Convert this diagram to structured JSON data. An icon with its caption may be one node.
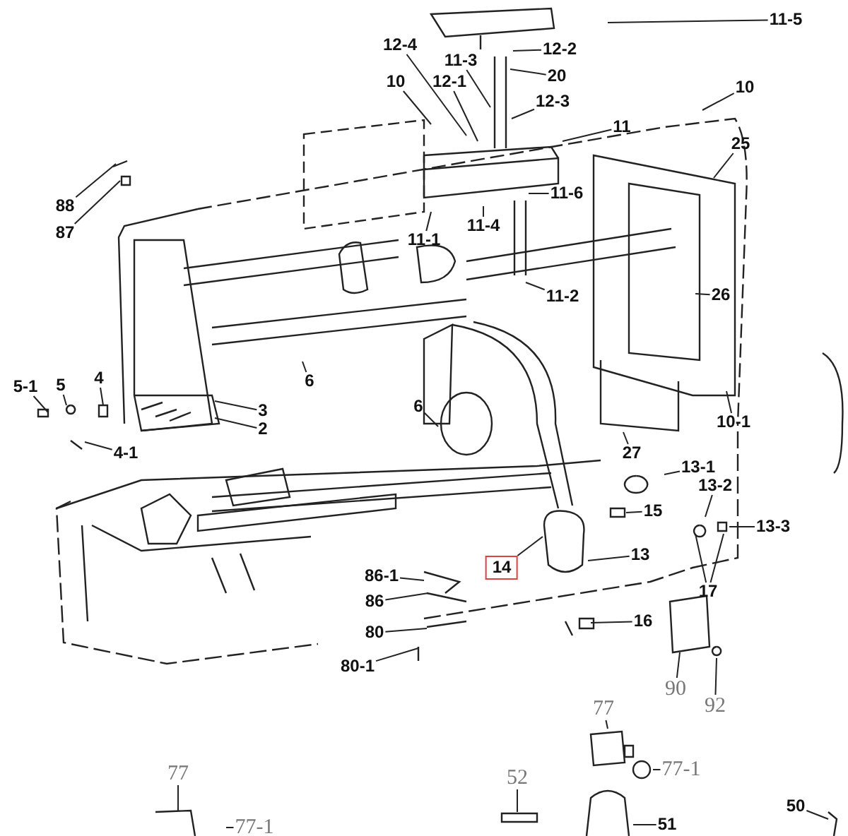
{
  "diagram": {
    "nodes": [
      {
        "text": [
          "11-5"
        ]
      },
      {
        "text": [
          "12-4"
        ]
      },
      {
        "text": [
          "12-2"
        ]
      },
      {
        "text": [
          "11-3"
        ]
      },
      {
        "text": [
          "20"
        ]
      },
      {
        "text": [
          "10"
        ]
      },
      {
        "text": [
          "12-1"
        ]
      },
      {
        "text": [
          "10"
        ]
      },
      {
        "text": [
          "12-3"
        ]
      },
      {
        "text": [
          "11"
        ]
      },
      {
        "text": [
          "25"
        ]
      },
      {
        "text": [
          "11-6"
        ]
      },
      {
        "text": [
          "88"
        ]
      },
      {
        "text": [
          "11-4"
        ]
      },
      {
        "text": [
          "87"
        ]
      },
      {
        "text": [
          "11-1"
        ]
      },
      {
        "text": [
          "26"
        ]
      },
      {
        "text": [
          "11-2"
        ]
      },
      {
        "text": [
          "6"
        ]
      },
      {
        "text": [
          "5-1"
        ]
      },
      {
        "text": [
          "5"
        ]
      },
      {
        "text": [
          "4"
        ]
      },
      {
        "text": [
          "6"
        ]
      },
      {
        "text": [
          "3"
        ]
      },
      {
        "text": [
          "10-1"
        ]
      },
      {
        "text": [
          "2"
        ]
      },
      {
        "text": [
          "27"
        ]
      },
      {
        "text": [
          "4-1"
        ]
      },
      {
        "text": [
          "13-1"
        ]
      },
      {
        "text": [
          "13-2"
        ]
      },
      {
        "text": [
          "15"
        ]
      },
      {
        "text": [
          "13-3"
        ]
      },
      {
        "text": [
          "13"
        ]
      },
      {
        "text": [
          "14"
        ]
      },
      {
        "text": [
          "86-1"
        ]
      },
      {
        "text": [
          "17"
        ]
      },
      {
        "text": [
          "86"
        ]
      },
      {
        "text": [
          "16"
        ]
      },
      {
        "text": [
          "80"
        ]
      },
      {
        "text": [
          "80-1"
        ]
      },
      {
        "text": [
          "90"
        ]
      },
      {
        "text": [
          "92"
        ]
      },
      {
        "text": [
          "77"
        ]
      },
      {
        "text": [
          "77-1"
        ]
      },
      {
        "text": [
          "77"
        ]
      },
      {
        "text": [
          "52"
        ]
      },
      {
        "text": [
          "50"
        ]
      },
      {
        "text": [
          "51"
        ]
      },
      {
        "text": [
          "77-1"
        ]
      }
    ],
    "edges": [
      {
        "from": 0,
        "to": null,
        "arrow": "none"
      },
      {
        "from": 1,
        "to": null,
        "arrow": "none"
      },
      {
        "from": 2,
        "to": null,
        "arrow": "none"
      },
      {
        "from": 3,
        "to": null,
        "arrow": "none"
      },
      {
        "from": 4,
        "to": null,
        "arrow": "none"
      },
      {
        "from": 5,
        "to": null,
        "arrow": "none"
      },
      {
        "from": 6,
        "to": null,
        "arrow": "none"
      },
      {
        "from": 7,
        "to": null,
        "arrow": "none"
      },
      {
        "from": 8,
        "to": null,
        "arrow": "none"
      },
      {
        "from": 9,
        "to": null,
        "arrow": "none"
      },
      {
        "from": 10,
        "to": null,
        "arrow": "none"
      },
      {
        "from": 11,
        "to": null,
        "arrow": "none"
      },
      {
        "from": 12,
        "to": null,
        "arrow": "none"
      },
      {
        "from": 13,
        "to": null,
        "arrow": "none"
      },
      {
        "from": 14,
        "to": null,
        "arrow": "none"
      },
      {
        "from": 15,
        "to": null,
        "arrow": "none"
      },
      {
        "from": 16,
        "to": null,
        "arrow": "none"
      },
      {
        "from": 17,
        "to": null,
        "arrow": "none"
      },
      {
        "from": 18,
        "to": null,
        "arrow": "none"
      },
      {
        "from": 19,
        "to": null,
        "arrow": "none"
      },
      {
        "from": 20,
        "to": null,
        "arrow": "none"
      },
      {
        "from": 21,
        "to": null,
        "arrow": "none"
      },
      {
        "from": 22,
        "to": null,
        "arrow": "none"
      },
      {
        "from": 23,
        "to": null,
        "arrow": "none"
      },
      {
        "from": 24,
        "to": null,
        "arrow": "none"
      },
      {
        "from": 25,
        "to": null,
        "arrow": "none"
      },
      {
        "from": 26,
        "to": null,
        "arrow": "none"
      },
      {
        "from": 27,
        "to": null,
        "arrow": "none"
      },
      {
        "from": 28,
        "to": null,
        "arrow": "none"
      },
      {
        "from": 29,
        "to": null,
        "arrow": "none"
      },
      {
        "from": 30,
        "to": null,
        "arrow": "none"
      },
      {
        "from": 31,
        "to": null,
        "arrow": "none"
      },
      {
        "from": 32,
        "to": null,
        "arrow": "none"
      },
      {
        "from": 33,
        "to": null,
        "arrow": "none"
      },
      {
        "from": 34,
        "to": null,
        "arrow": "none"
      },
      {
        "from": 35,
        "to": null,
        "arrow": "none"
      },
      {
        "from": 35,
        "to": null,
        "arrow": "none"
      },
      {
        "from": 36,
        "to": null,
        "arrow": "none"
      },
      {
        "from": 37,
        "to": null,
        "arrow": "none"
      },
      {
        "from": 38,
        "to": null,
        "arrow": "none"
      },
      {
        "from": 39,
        "to": null,
        "arrow": "none"
      },
      {
        "from": 40,
        "to": null,
        "arrow": "none"
      },
      {
        "from": 41,
        "to": null,
        "arrow": "none"
      },
      {
        "from": 42,
        "to": null,
        "arrow": "none"
      },
      {
        "from": 43,
        "to": null,
        "arrow": "none"
      },
      {
        "from": 44,
        "to": null,
        "arrow": "none"
      },
      {
        "from": 45,
        "to": null,
        "arrow": "none"
      },
      {
        "from": 46,
        "to": null,
        "arrow": "none"
      },
      {
        "from": 47,
        "to": null,
        "arrow": "none"
      },
      {
        "from": 48,
        "to": null,
        "arrow": "none"
      }
    ]
  }
}
